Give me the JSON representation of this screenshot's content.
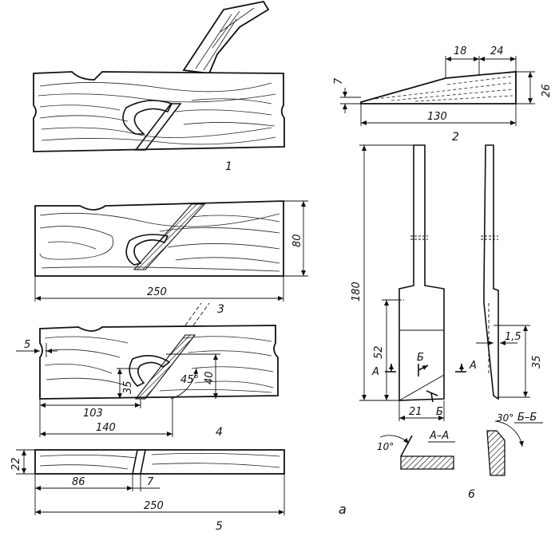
{
  "figure_label": "a",
  "views": [
    {
      "number": "1"
    },
    {
      "number": "2",
      "dims": {
        "a": "18",
        "b": "24",
        "c": "7",
        "d": "130",
        "e": "26"
      }
    },
    {
      "number": "3",
      "dims": {
        "length": "250",
        "height": "80"
      }
    },
    {
      "number": "4",
      "dims": {
        "a": "5",
        "b": "35",
        "c": "40",
        "angle": "45°",
        "d": "103",
        "e": "140"
      }
    },
    {
      "number": "5",
      "dims": {
        "a": "22",
        "b": "86",
        "c": "7",
        "d": "250"
      }
    },
    {
      "number": "6",
      "dims": {
        "a": "180",
        "b": "52",
        "c": "21",
        "d": "1,5",
        "e": "35",
        "angle10": "10°",
        "angle30": "30°"
      },
      "section_labels": {
        "A": "А",
        "B": "Б",
        "AA": "А–А",
        "BB": "Б–Б"
      }
    }
  ]
}
